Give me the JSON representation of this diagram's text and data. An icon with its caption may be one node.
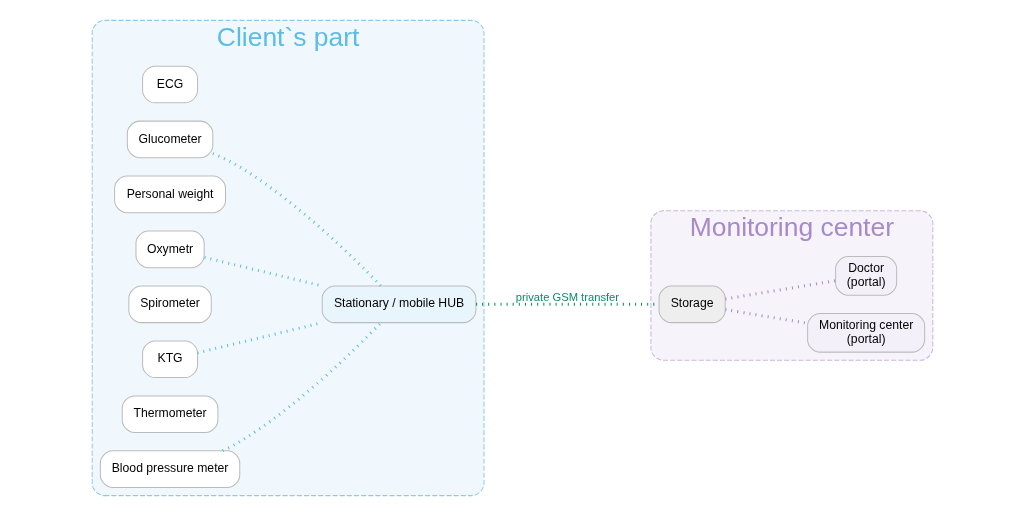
{
  "diagram": {
    "nodes": [
      {
        "text": [
          "Client`s part"
        ]
      },
      {
        "text": [
          "ECG"
        ],
        "in": 0
      },
      {
        "text": [
          "Glucometer"
        ],
        "in": 0
      },
      {
        "text": [
          "Personal weight"
        ],
        "in": 0
      },
      {
        "text": [
          "Oxymetr"
        ],
        "in": 0
      },
      {
        "text": [
          "Spirometer"
        ],
        "in": 0
      },
      {
        "text": [
          "KTG"
        ],
        "in": 0
      },
      {
        "text": [
          "Thermometer"
        ],
        "in": 0
      },
      {
        "text": [
          "Blood pressure meter"
        ],
        "in": 0
      },
      {
        "text": [
          "Stationary / mobile HUB"
        ],
        "in": 0
      },
      {
        "text": [
          "Monitoring center"
        ]
      },
      {
        "text": [
          "Storage"
        ],
        "in": 10
      },
      {
        "text": [
          "Monitoring center",
          "(portal)"
        ],
        "in": 10
      },
      {
        "text": [
          "Doctor",
          "(portal)"
        ],
        "in": 10
      }
    ],
    "edges": [
      {
        "from": 2,
        "to": 9,
        "arrow": "none"
      },
      {
        "from": 4,
        "to": 9,
        "arrow": "none"
      },
      {
        "from": 6,
        "to": 9,
        "arrow": "none"
      },
      {
        "from": 8,
        "to": 9,
        "arrow": "none"
      },
      {
        "from": 9,
        "to": 11,
        "arrow": "none",
        "label": "private GSM transfer",
        "color": "#0b8a68"
      },
      {
        "from": 11,
        "to": 12,
        "arrow": "none",
        "color": "#a88ac8"
      },
      {
        "from": 11,
        "to": 13,
        "arrow": "none",
        "color": "#a88ac8"
      }
    ]
  }
}
